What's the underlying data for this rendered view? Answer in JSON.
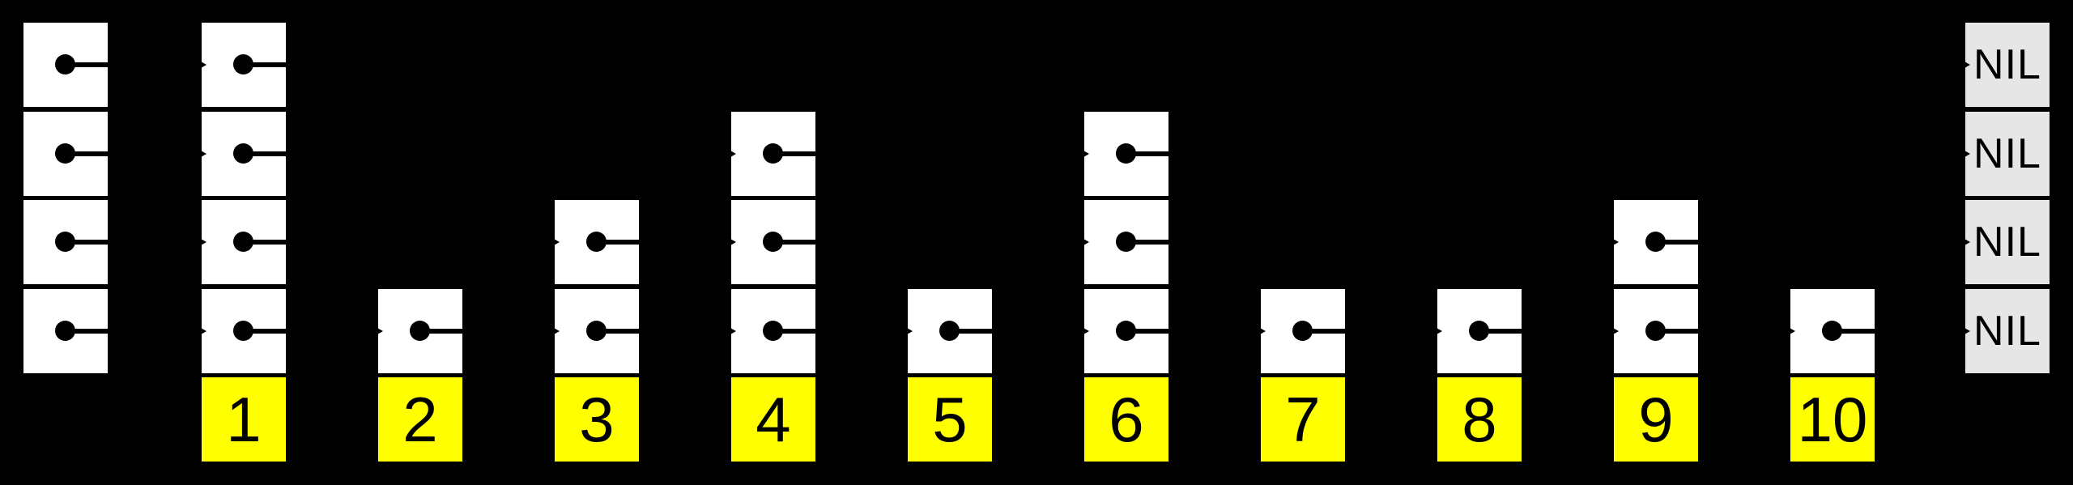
{
  "diagram": {
    "type": "skip-list",
    "background": "#000000",
    "colors": {
      "node_box": "#ffffff",
      "nil_box": "#e6e6e6",
      "label_box": "#ffff00",
      "pointer": "#000000",
      "text": "#000000"
    },
    "max_levels": 4,
    "head": {
      "levels": 4
    },
    "nodes": [
      {
        "label": "1",
        "levels": 4
      },
      {
        "label": "2",
        "levels": 1
      },
      {
        "label": "3",
        "levels": 2
      },
      {
        "label": "4",
        "levels": 3
      },
      {
        "label": "5",
        "levels": 1
      },
      {
        "label": "6",
        "levels": 3
      },
      {
        "label": "7",
        "levels": 1
      },
      {
        "label": "8",
        "levels": 1
      },
      {
        "label": "9",
        "levels": 2
      },
      {
        "label": "10",
        "levels": 1
      }
    ],
    "nil": {
      "label": "NIL",
      "levels": 4
    },
    "chains_by_level": [
      {
        "level": 4,
        "sequence": [
          "head",
          "1",
          "NIL"
        ]
      },
      {
        "level": 3,
        "sequence": [
          "head",
          "1",
          "4",
          "6",
          "NIL"
        ]
      },
      {
        "level": 2,
        "sequence": [
          "head",
          "1",
          "3",
          "4",
          "6",
          "9",
          "NIL"
        ]
      },
      {
        "level": 1,
        "sequence": [
          "head",
          "1",
          "2",
          "3",
          "4",
          "5",
          "6",
          "7",
          "8",
          "9",
          "10",
          "NIL"
        ]
      }
    ]
  }
}
